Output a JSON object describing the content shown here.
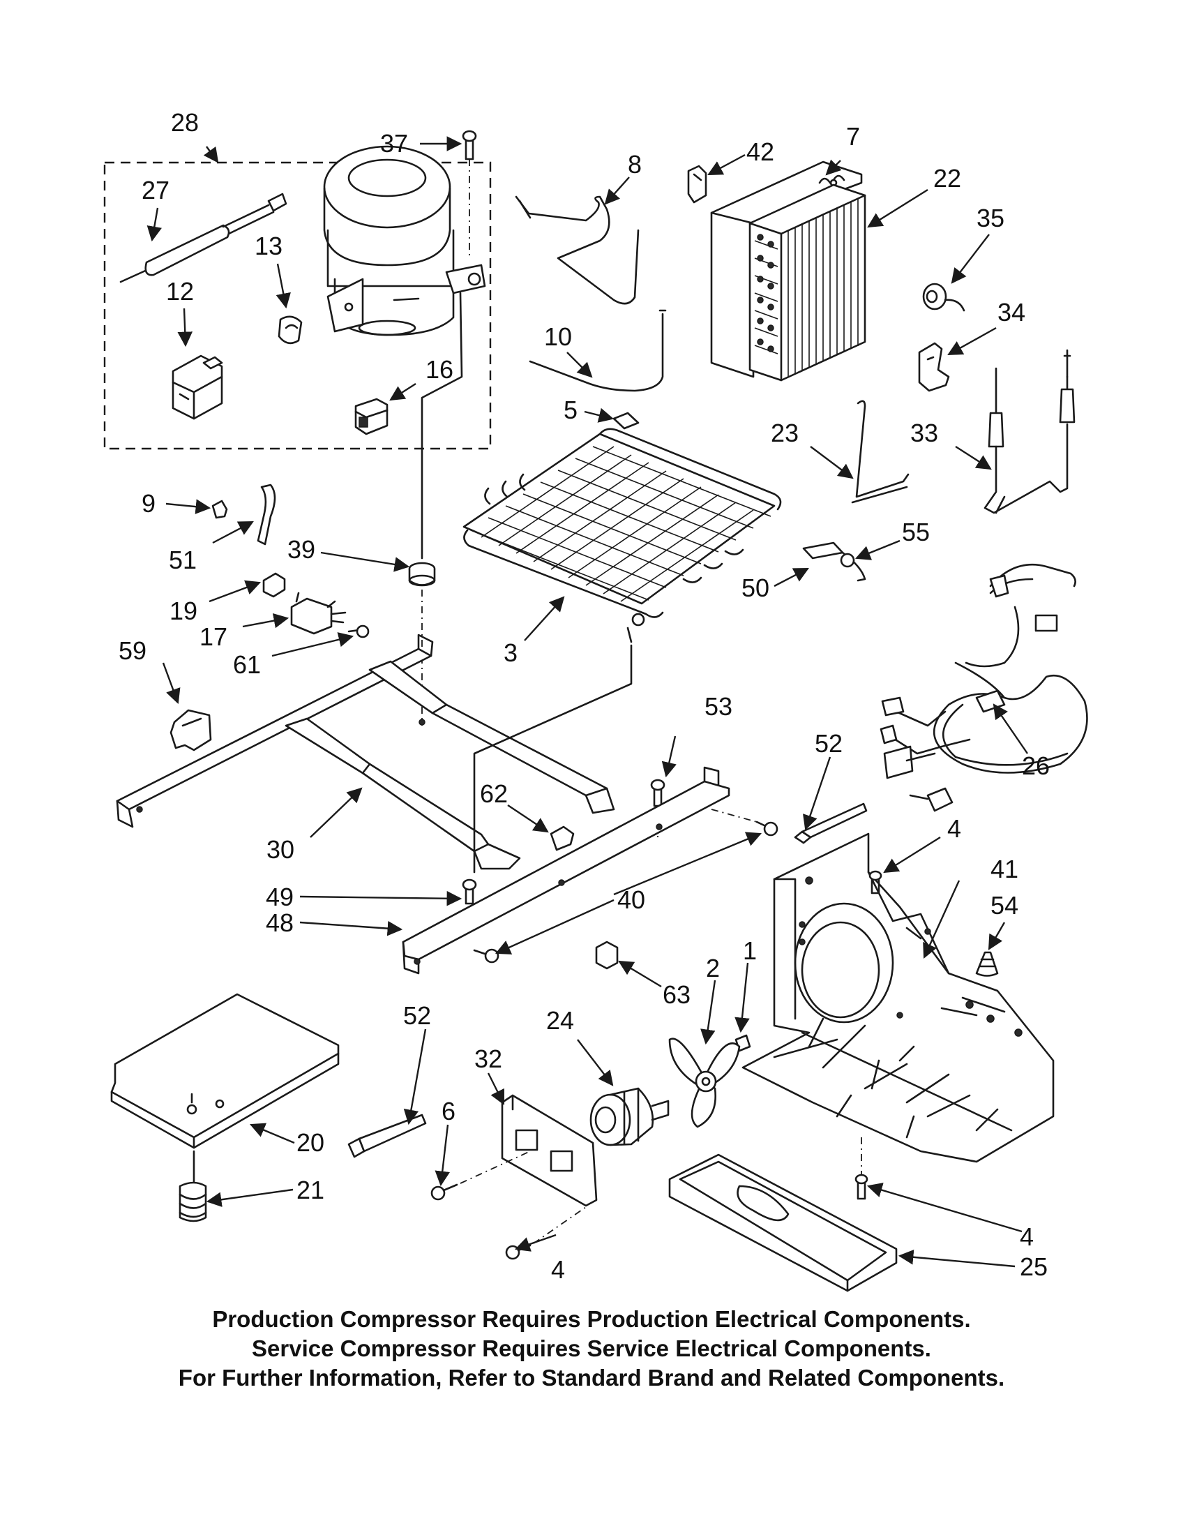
{
  "callouts": {
    "c1": "1",
    "c2": "2",
    "c3": "3",
    "c4a": "4",
    "c4b": "4",
    "c4c": "4",
    "c5": "5",
    "c6": "6",
    "c7": "7",
    "c8": "8",
    "c9": "9",
    "c10": "10",
    "c12": "12",
    "c13": "13",
    "c16": "16",
    "c17": "17",
    "c19": "19",
    "c20": "20",
    "c21": "21",
    "c22": "22",
    "c23": "23",
    "c24": "24",
    "c25": "25",
    "c26": "26",
    "c27": "27",
    "c28": "28",
    "c30": "30",
    "c32": "32",
    "c33": "33",
    "c34": "34",
    "c35": "35",
    "c37": "37",
    "c39": "39",
    "c40": "40",
    "c41": "41",
    "c42": "42",
    "c48": "48",
    "c49": "49",
    "c50": "50",
    "c51": "51",
    "c52a": "52",
    "c52b": "52",
    "c53": "53",
    "c54": "54",
    "c55": "55",
    "c59": "59",
    "c61": "61",
    "c62": "62",
    "c63": "63"
  },
  "notes": {
    "line1": "Production Compressor Requires Production Electrical Components.",
    "line2": "Service Compressor Requires Service Electrical Components.",
    "line3": "For Further Information, Refer to Standard Brand and Related Components."
  }
}
